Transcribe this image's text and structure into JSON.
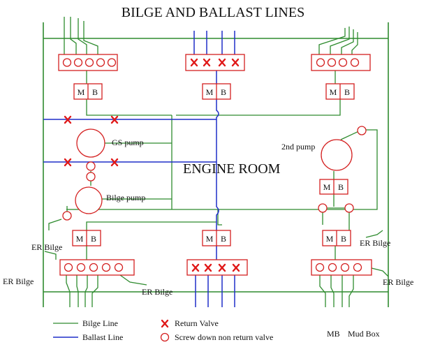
{
  "title": "BILGE AND BALLAST LINES",
  "room_label": "ENGINE ROOM",
  "mud_box": {
    "m": "M",
    "b": "B"
  },
  "labels": {
    "gs_pump": "GS pump",
    "bilge_pump": "Bilge pump",
    "second_pump": "2nd pump",
    "er_bilge": "ER Bilge"
  },
  "legend": {
    "bilge_line": "Bilge Line",
    "ballast_line": "Ballast Line",
    "return_valve": "Return Valve",
    "sdnr_valve": "Screw down non return valve",
    "mb_abbr": "MB",
    "mb_text": "Mud Box"
  },
  "colors": {
    "bilge": "#2e8b2e",
    "ballast": "#1f2ec8",
    "valve": "#d42020"
  }
}
